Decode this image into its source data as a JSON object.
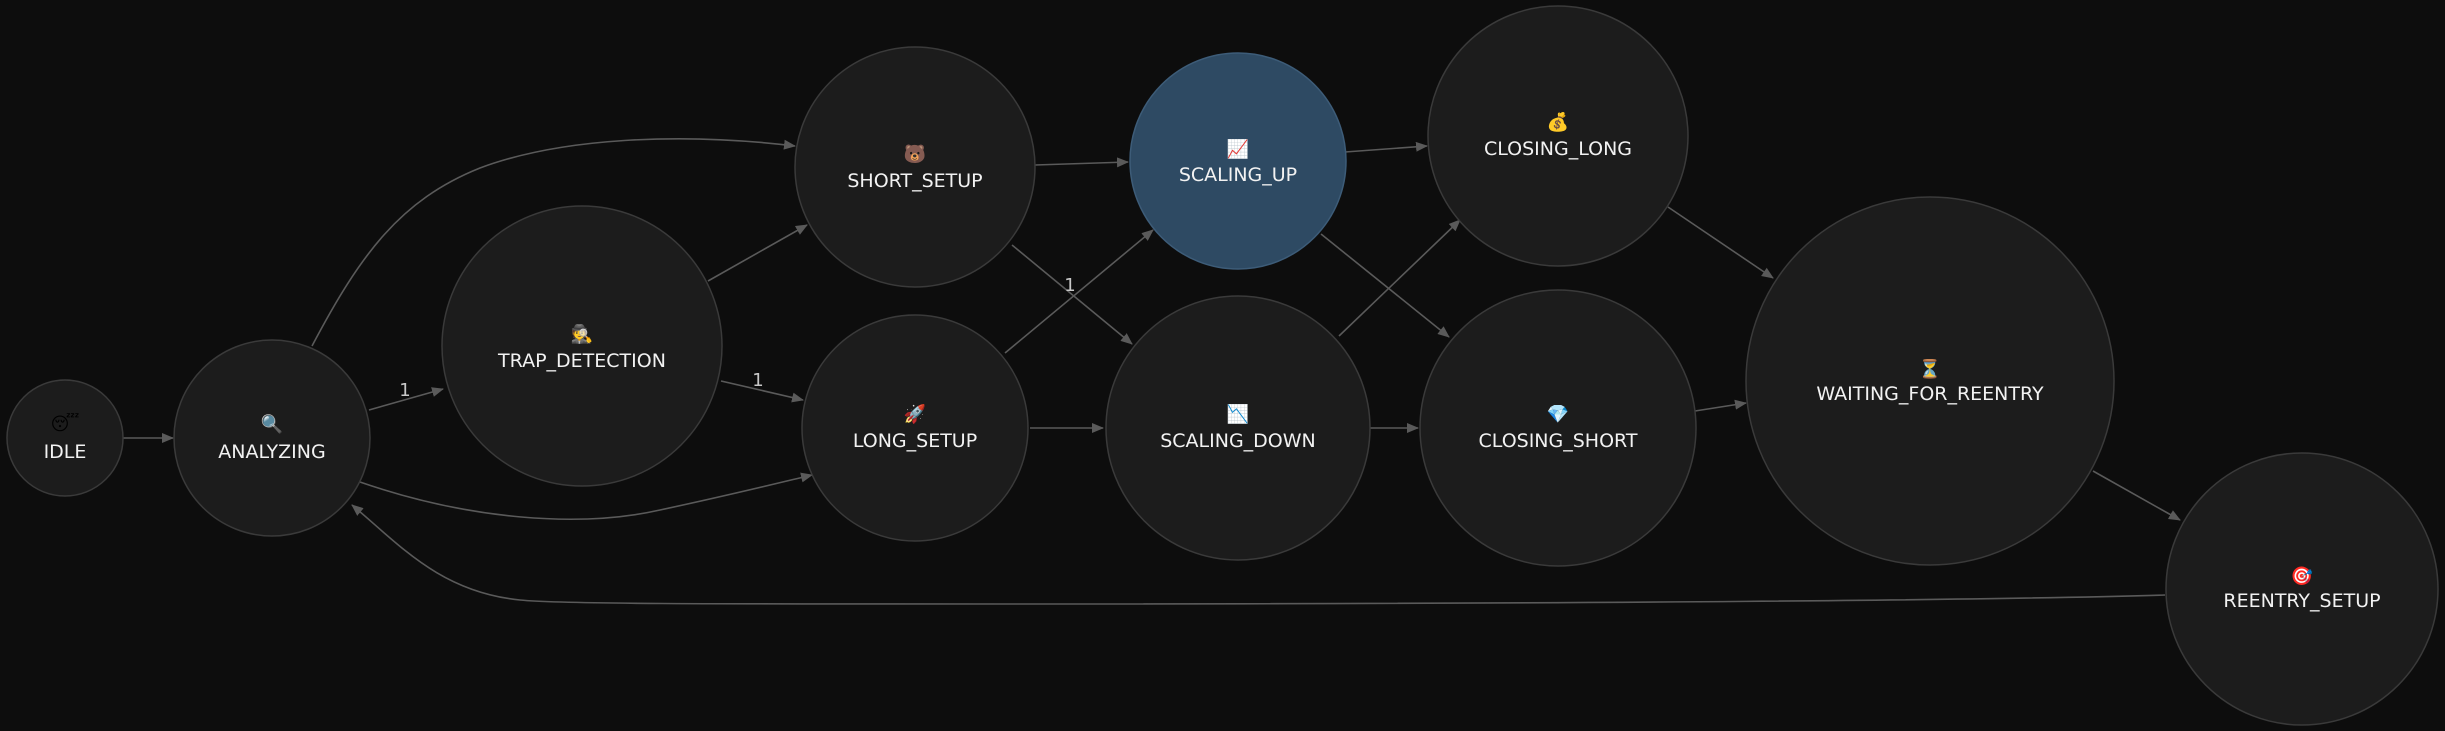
{
  "colors": {
    "background": "#0d0d0d",
    "node_fill": "#1c1c1c",
    "node_active_fill": "#2e4a63",
    "edge": "#5a5a5a",
    "text": "#f2f2f2"
  },
  "active_state": "SCALING_UP",
  "nodes": [
    {
      "id": "idle",
      "label": "IDLE",
      "icon": "sleeping-face-icon",
      "glyph": "😴"
    },
    {
      "id": "analyzing",
      "label": "ANALYZING",
      "icon": "magnifying-glass-icon",
      "glyph": "🔍"
    },
    {
      "id": "trap-detection",
      "label": "TRAP_DETECTION",
      "icon": "detective-icon",
      "glyph": "🕵"
    },
    {
      "id": "short-setup",
      "label": "SHORT_SETUP",
      "icon": "bear-icon",
      "glyph": "🐻"
    },
    {
      "id": "long-setup",
      "label": "LONG_SETUP",
      "icon": "rocket-icon",
      "glyph": "🚀"
    },
    {
      "id": "scaling-up",
      "label": "SCALING_UP",
      "icon": "chart-increasing-icon",
      "glyph": "📈"
    },
    {
      "id": "scaling-down",
      "label": "SCALING_DOWN",
      "icon": "chart-decreasing-icon",
      "glyph": "📉"
    },
    {
      "id": "closing-long",
      "label": "CLOSING_LONG",
      "icon": "money-bag-icon",
      "glyph": "💰"
    },
    {
      "id": "closing-short",
      "label": "CLOSING_SHORT",
      "icon": "gem-stone-icon",
      "glyph": "💎"
    },
    {
      "id": "waiting-for-reentry",
      "label": "WAITING_FOR_REENTRY",
      "icon": "hourglass-icon",
      "glyph": "⏳"
    },
    {
      "id": "reentry-setup",
      "label": "REENTRY_SETUP",
      "icon": "direct-hit-icon",
      "glyph": "🎯"
    }
  ],
  "edge_labels": {
    "analyzing_to_trap_detection": "1",
    "trap_detection_to_long_setup": "1",
    "long_setup_to_scaling_up": "1"
  }
}
